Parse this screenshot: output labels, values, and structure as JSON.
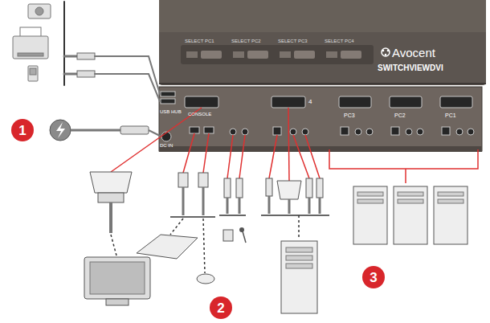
{
  "diagram": {
    "nodes": [
      {
        "text": [
          "Avocent",
          "SWITCHVIEWDVI"
        ]
      },
      {
        "text": [
          "1"
        ]
      },
      {
        "text": [
          "2"
        ]
      },
      {
        "text": [
          "3"
        ]
      }
    ],
    "labels": [
      "SELECT PC1",
      "SELECT PC2",
      "SELECT PC3",
      "SELECT PC4",
      "USB HUB",
      "CONSOLE",
      "DC IN",
      "4",
      "PC3",
      "PC2",
      "PC1"
    ]
  }
}
